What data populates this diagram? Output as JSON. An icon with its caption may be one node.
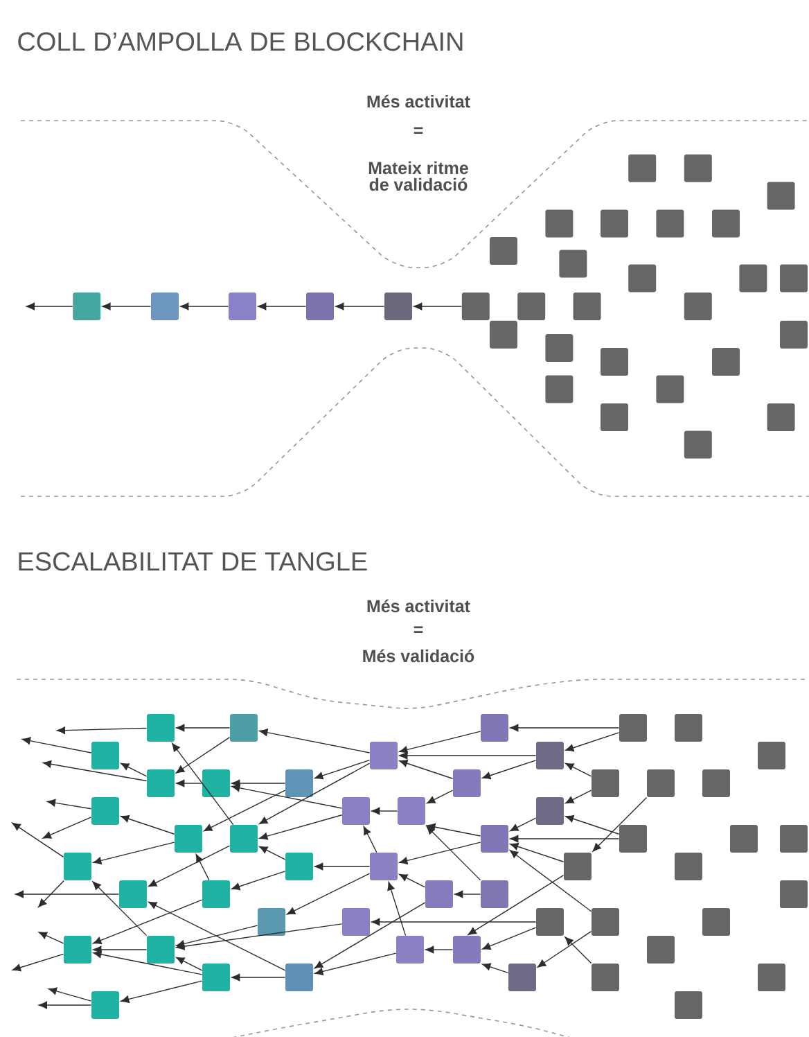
{
  "diagram": {
    "nodes": [
      {
        "text": [],
        "shape": "box"
      },
      {
        "text": [],
        "shape": "box"
      },
      {
        "text": [],
        "shape": "box"
      },
      {
        "text": [],
        "shape": "box"
      },
      {
        "text": [],
        "shape": "box"
      },
      {
        "text": [],
        "shape": "box"
      },
      {
        "text": [],
        "shape": "box"
      },
      {
        "text": [],
        "shape": "box"
      },
      {
        "text": [],
        "shape": "box"
      },
      {
        "text": [],
        "shape": "box"
      },
      {
        "text": [],
        "shape": "box"
      },
      {
        "text": [],
        "shape": "box"
      },
      {
        "text": [],
        "shape": "box"
      },
      {
        "text": [],
        "shape": "box"
      },
      {
        "text": [],
        "shape": "box"
      },
      {
        "text": [],
        "shape": "box"
      },
      {
        "text": [],
        "shape": "box"
      },
      {
        "text": [],
        "shape": "box"
      },
      {
        "text": [],
        "shape": "box"
      },
      {
        "text": [],
        "shape": "box"
      },
      {
        "text": [],
        "shape": "box"
      },
      {
        "text": [],
        "shape": "box"
      },
      {
        "text": [],
        "shape": "box"
      },
      {
        "text": [],
        "shape": "box"
      },
      {
        "text": [],
        "shape": "box"
      },
      {
        "text": [],
        "shape": "box"
      },
      {
        "text": [],
        "shape": "box"
      },
      {
        "text": [],
        "shape": "box"
      },
      {
        "text": [],
        "shape": "box"
      },
      {
        "text": [],
        "shape": "box"
      },
      {
        "text": [],
        "shape": "box"
      },
      {
        "text": [],
        "shape": "box"
      },
      {
        "text": [],
        "shape": "box"
      },
      {
        "text": [],
        "shape": "box"
      },
      {
        "text": [],
        "shape": "box"
      },
      {
        "text": [],
        "shape": "box"
      },
      {
        "text": [],
        "shape": "box"
      },
      {
        "text": [],
        "shape": "box"
      },
      {
        "text": [],
        "shape": "box"
      },
      {
        "text": [],
        "shape": "box"
      },
      {
        "text": [],
        "shape": "box"
      },
      {
        "text": [],
        "shape": "box"
      },
      {
        "text": [],
        "shape": "box"
      },
      {
        "text": [],
        "shape": "box"
      },
      {
        "text": [],
        "shape": "box"
      },
      {
        "text": [],
        "shape": "box"
      },
      {
        "text": [],
        "shape": "box"
      },
      {
        "text": [],
        "shape": "box"
      },
      {
        "text": [],
        "shape": "box"
      },
      {
        "text": [],
        "shape": "box"
      },
      {
        "text": [],
        "shape": "box"
      },
      {
        "text": [],
        "shape": "box"
      },
      {
        "text": [],
        "shape": "box"
      },
      {
        "text": [],
        "shape": "box"
      },
      {
        "text": [],
        "shape": "box"
      },
      {
        "text": [],
        "shape": "box"
      },
      {
        "text": [],
        "shape": "box"
      },
      {
        "text": [],
        "shape": "box"
      },
      {
        "text": [],
        "shape": "box"
      },
      {
        "text": [],
        "shape": "box"
      },
      {
        "text": [],
        "shape": "box"
      },
      {
        "text": [],
        "shape": "box"
      },
      {
        "text": [],
        "shape": "box"
      },
      {
        "text": [],
        "shape": "box"
      },
      {
        "text": [],
        "shape": "box"
      },
      {
        "text": [],
        "shape": "box"
      },
      {
        "text": [],
        "shape": "box"
      },
      {
        "text": [],
        "shape": "box"
      },
      {
        "text": [],
        "shape": "box"
      },
      {
        "text": [],
        "shape": "box"
      },
      {
        "text": [],
        "shape": "box"
      },
      {
        "text": [],
        "shape": "box"
      },
      {
        "text": [],
        "shape": "box"
      },
      {
        "text": [],
        "shape": "box"
      },
      {
        "text": [],
        "shape": "box"
      },
      {
        "text": [],
        "shape": "box"
      },
      {
        "text": [],
        "shape": "box"
      },
      {
        "text": [],
        "shape": "box"
      },
      {
        "text": [],
        "shape": "box"
      },
      {
        "text": [],
        "shape": "box"
      },
      {
        "text": [],
        "shape": "box"
      },
      {
        "text": [],
        "shape": "box"
      },
      {
        "text": [],
        "shape": "box"
      },
      {
        "text": [],
        "shape": "box"
      }
    ],
    "edges": [
      {
        "from": 5,
        "to": 4,
        "arrow": "to"
      },
      {
        "from": 4,
        "to": 3,
        "arrow": "to"
      },
      {
        "from": 3,
        "to": 2,
        "arrow": "to"
      },
      {
        "from": 2,
        "to": 1,
        "arrow": "to"
      },
      {
        "from": 1,
        "to": 0,
        "arrow": "to"
      },
      {
        "from": 0,
        "to": null,
        "arrow": "to"
      },
      {
        "from": 70,
        "to": 59,
        "arrow": "to"
      },
      {
        "from": 70,
        "to": 63,
        "arrow": "to"
      },
      {
        "from": 59,
        "to": 52,
        "arrow": "to"
      },
      {
        "from": 63,
        "to": 52,
        "arrow": "to"
      },
      {
        "from": 57,
        "to": 52,
        "arrow": "to"
      },
      {
        "from": 63,
        "to": 57,
        "arrow": "to"
      },
      {
        "from": 67,
        "to": 63,
        "arrow": "to"
      },
      {
        "from": 67,
        "to": 64,
        "arrow": "to"
      },
      {
        "from": 57,
        "to": 54,
        "arrow": "to"
      },
      {
        "from": 54,
        "to": 50,
        "arrow": "to"
      },
      {
        "from": 64,
        "to": 60,
        "arrow": "to"
      },
      {
        "from": 71,
        "to": 64,
        "arrow": "to"
      },
      {
        "from": 60,
        "to": 54,
        "arrow": "to"
      },
      {
        "from": 71,
        "to": 60,
        "arrow": "to"
      },
      {
        "from": 66,
        "to": 60,
        "arrow": "to"
      },
      {
        "from": 68,
        "to": 60,
        "arrow": "to"
      },
      {
        "from": 72,
        "to": 66,
        "arrow": "to"
      },
      {
        "from": 60,
        "to": 53,
        "arrow": "to"
      },
      {
        "from": 53,
        "to": 50,
        "arrow": "to"
      },
      {
        "from": 56,
        "to": 53,
        "arrow": "to"
      },
      {
        "from": 61,
        "to": 54,
        "arrow": "to"
      },
      {
        "from": 61,
        "to": 56,
        "arrow": "to"
      },
      {
        "from": 65,
        "to": 51,
        "arrow": "to"
      },
      {
        "from": 65,
        "to": 58,
        "arrow": "to"
      },
      {
        "from": 66,
        "to": 58,
        "arrow": "to"
      },
      {
        "from": 68,
        "to": 62,
        "arrow": "to"
      },
      {
        "from": 69,
        "to": 65,
        "arrow": "to"
      },
      {
        "from": 62,
        "to": 58,
        "arrow": "to"
      },
      {
        "from": 58,
        "to": 55,
        "arrow": "to"
      },
      {
        "from": 55,
        "to": 53,
        "arrow": "to"
      },
      {
        "from": 52,
        "to": 44,
        "arrow": "to"
      },
      {
        "from": 52,
        "to": 47,
        "arrow": "to"
      },
      {
        "from": 52,
        "to": 45,
        "arrow": "to"
      },
      {
        "from": 50,
        "to": 41,
        "arrow": "to"
      },
      {
        "from": 50,
        "to": 45,
        "arrow": "to"
      },
      {
        "from": 53,
        "to": 48,
        "arrow": "to"
      },
      {
        "from": 53,
        "to": 46,
        "arrow": "to"
      },
      {
        "from": 51,
        "to": 39,
        "arrow": "to"
      },
      {
        "from": 55,
        "to": 49,
        "arrow": "to"
      },
      {
        "from": 56,
        "to": 49,
        "arrow": "to"
      },
      {
        "from": 49,
        "to": 43,
        "arrow": "to"
      },
      {
        "from": 49,
        "to": 36,
        "arrow": "to"
      },
      {
        "from": 48,
        "to": 45,
        "arrow": "to"
      },
      {
        "from": 48,
        "to": 42,
        "arrow": "to"
      },
      {
        "from": 42,
        "to": 40,
        "arrow": "to"
      },
      {
        "from": 45,
        "to": 36,
        "arrow": "to"
      },
      {
        "from": 47,
        "to": 40,
        "arrow": "to"
      },
      {
        "from": 47,
        "to": 41,
        "arrow": "to"
      },
      {
        "from": 44,
        "to": 37,
        "arrow": "to"
      },
      {
        "from": 44,
        "to": 38,
        "arrow": "to"
      },
      {
        "from": 45,
        "to": 37,
        "arrow": "to"
      },
      {
        "from": 38,
        "to": 33,
        "arrow": "to"
      },
      {
        "from": 41,
        "to": 38,
        "arrow": "to"
      },
      {
        "from": 40,
        "to": 31,
        "arrow": "to"
      },
      {
        "from": 40,
        "to": 34,
        "arrow": "to"
      },
      {
        "from": 39,
        "to": 31,
        "arrow": "to"
      },
      {
        "from": 43,
        "to": 39,
        "arrow": "to"
      },
      {
        "from": 43,
        "to": 32,
        "arrow": "to"
      },
      {
        "from": 42,
        "to": 32,
        "arrow": "to"
      },
      {
        "from": 39,
        "to": 32,
        "arrow": "to"
      },
      {
        "from": 43,
        "to": 35,
        "arrow": "to"
      },
      {
        "from": 46,
        "to": 39,
        "arrow": "to"
      },
      {
        "from": 36,
        "to": null,
        "arrow": "to"
      },
      {
        "from": 33,
        "to": null,
        "arrow": "to"
      },
      {
        "from": 37,
        "to": null,
        "arrow": "to"
      },
      {
        "from": 38,
        "to": null,
        "arrow": "to"
      },
      {
        "from": 34,
        "to": null,
        "arrow": "to"
      },
      {
        "from": 34,
        "to": null,
        "arrow": "to"
      },
      {
        "from": 31,
        "to": null,
        "arrow": "to"
      },
      {
        "from": 31,
        "to": null,
        "arrow": "to"
      },
      {
        "from": 32,
        "to": null,
        "arrow": "to"
      },
      {
        "from": 32,
        "to": null,
        "arrow": "to"
      },
      {
        "from": 35,
        "to": null,
        "arrow": "to"
      },
      {
        "from": 35,
        "to": null,
        "arrow": "to"
      }
    ],
    "labels": [
      "COLL D’AMPOLLA DE BLOCKCHAIN",
      "Més activitat",
      "=",
      "Mateix ritme de validació",
      "ESCALABILITAT DE TANGLE",
      "Més activitat",
      "=",
      "Més validació"
    ]
  }
}
